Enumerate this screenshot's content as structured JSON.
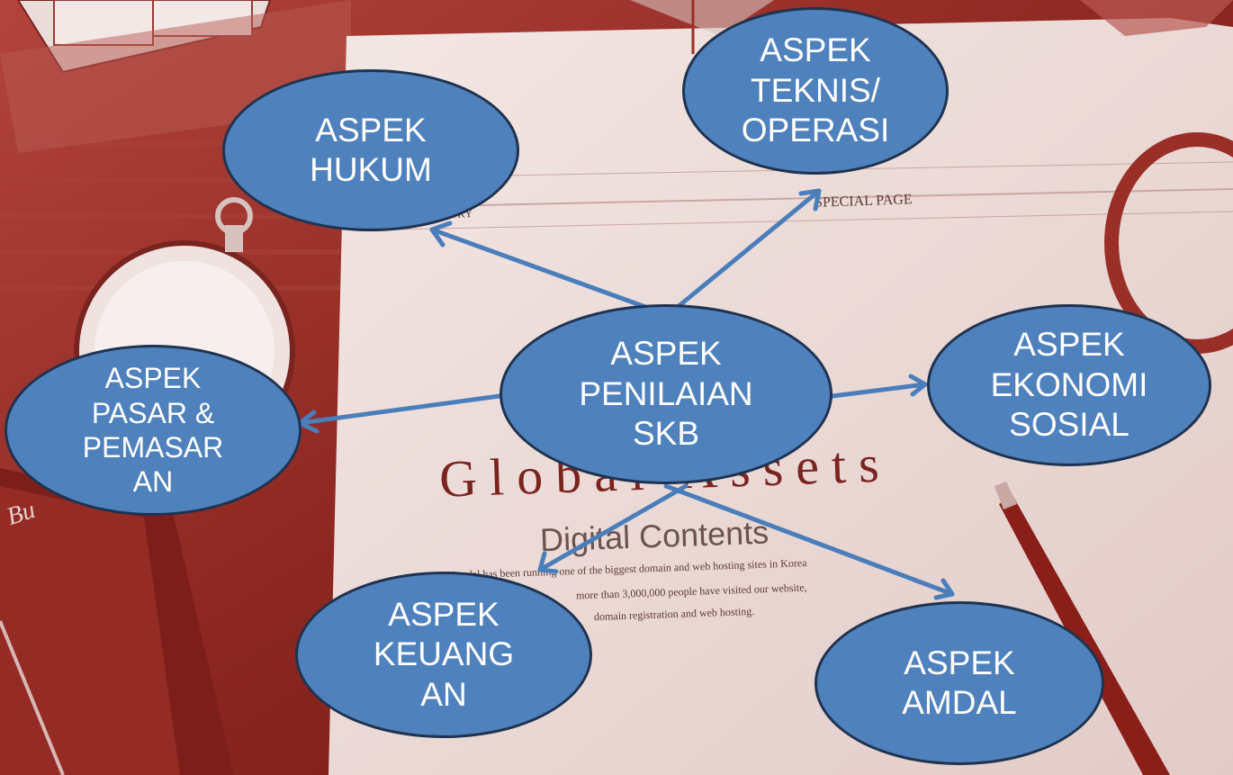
{
  "background": {
    "header_left": "HISTORY",
    "header_right": "SPECIAL PAGE",
    "logo": "Global Assets",
    "subtitle": "Digital Contents",
    "body_lines": [
      "Asadal has been running one of the biggest domain and web hosting sites in Korea",
      "more than 3,000,000 people have visited our website,",
      "domain registration and web hosting."
    ],
    "book_text": "Bu"
  },
  "diagram": {
    "center": "ASPEK\nPENILAIAN\nSKB",
    "nodes": {
      "hukum": "ASPEK\nHUKUM",
      "teknis": "ASPEK\nTEKNIS/\nOPERASI",
      "ekonomi": "ASPEK\nEKONOMI\nSOSIAL",
      "pasar": "ASPEK\nPASAR &\nPEMASAR\nAN",
      "keuangan": "ASPEK\nKEUANG\nAN",
      "amdal": "ASPEK\nAMDAL"
    }
  },
  "colors": {
    "background": "#8f2a24",
    "node_fill": "#4f81bd",
    "node_border": "#1f3350",
    "arrow": "#4a7ebb",
    "text": "#ffffff"
  }
}
